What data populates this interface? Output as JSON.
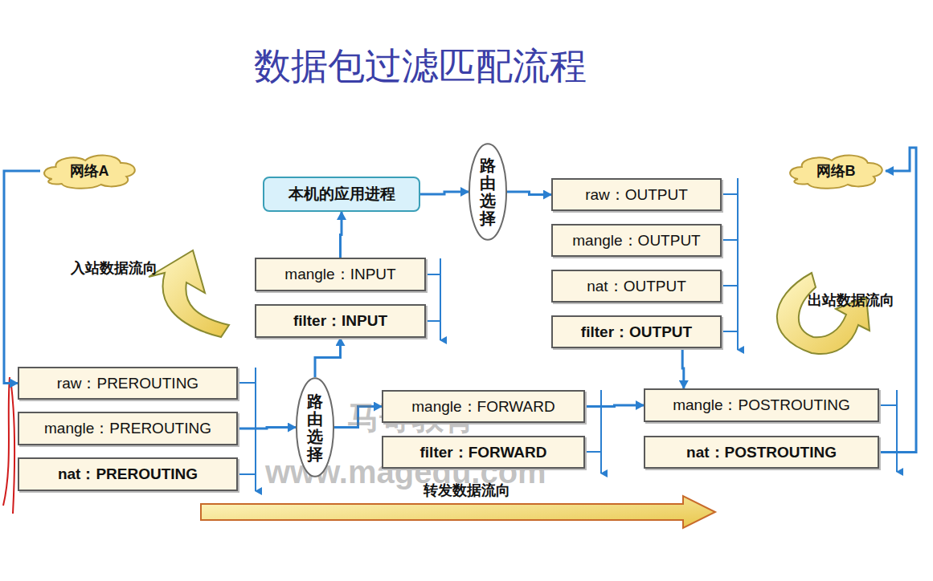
{
  "diagram": {
    "title": "数据包过滤匹配流程",
    "nodes": [
      {
        "text": [
          "网络A"
        ]
      },
      {
        "text": [
          "本机的应用进程"
        ]
      },
      {
        "text": [
          "路由选择"
        ]
      },
      {
        "text": [
          "raw：OUTPUT"
        ]
      },
      {
        "text": [
          "mangle：OUTPUT"
        ]
      },
      {
        "text": [
          "nat：OUTPUT"
        ]
      },
      {
        "text": [
          "filter：OUTPUT"
        ]
      },
      {
        "text": [
          "网络B"
        ]
      },
      {
        "text": [
          "mangle：INPUT"
        ]
      },
      {
        "text": [
          "filter：INPUT"
        ]
      },
      {
        "text": [
          "raw：PREROUTING"
        ]
      },
      {
        "text": [
          "mangle：PREROUTING"
        ]
      },
      {
        "text": [
          "nat：PREROUTING"
        ]
      },
      {
        "text": [
          "路由选择"
        ]
      },
      {
        "text": [
          "mangle：FORWARD"
        ]
      },
      {
        "text": [
          "filter：FORWARD"
        ]
      },
      {
        "text": [
          "mangle：POSTROUTING"
        ]
      },
      {
        "text": [
          "nat：POSTROUTING"
        ]
      }
    ],
    "edges": [
      {
        "from": 0,
        "to": 10,
        "arrow": "to"
      },
      {
        "from": 11,
        "to": 13,
        "arrow": "to"
      },
      {
        "from": 13,
        "to": 14,
        "arrow": "to"
      },
      {
        "from": 13,
        "to": 9,
        "arrow": "to"
      },
      {
        "from": 8,
        "to": 1,
        "arrow": "to"
      },
      {
        "from": 1,
        "to": 2,
        "arrow": "to"
      },
      {
        "from": 2,
        "to": 3,
        "arrow": "to"
      },
      {
        "from": 6,
        "to": 16,
        "arrow": "to"
      },
      {
        "from": 14,
        "to": 16,
        "arrow": "to"
      },
      {
        "from": 17,
        "to": 7,
        "arrow": "to"
      }
    ],
    "labels": [
      "入站数据流向",
      "出站数据流向",
      "转发数据流向",
      "马哥教育",
      "www.magedu.com"
    ]
  }
}
